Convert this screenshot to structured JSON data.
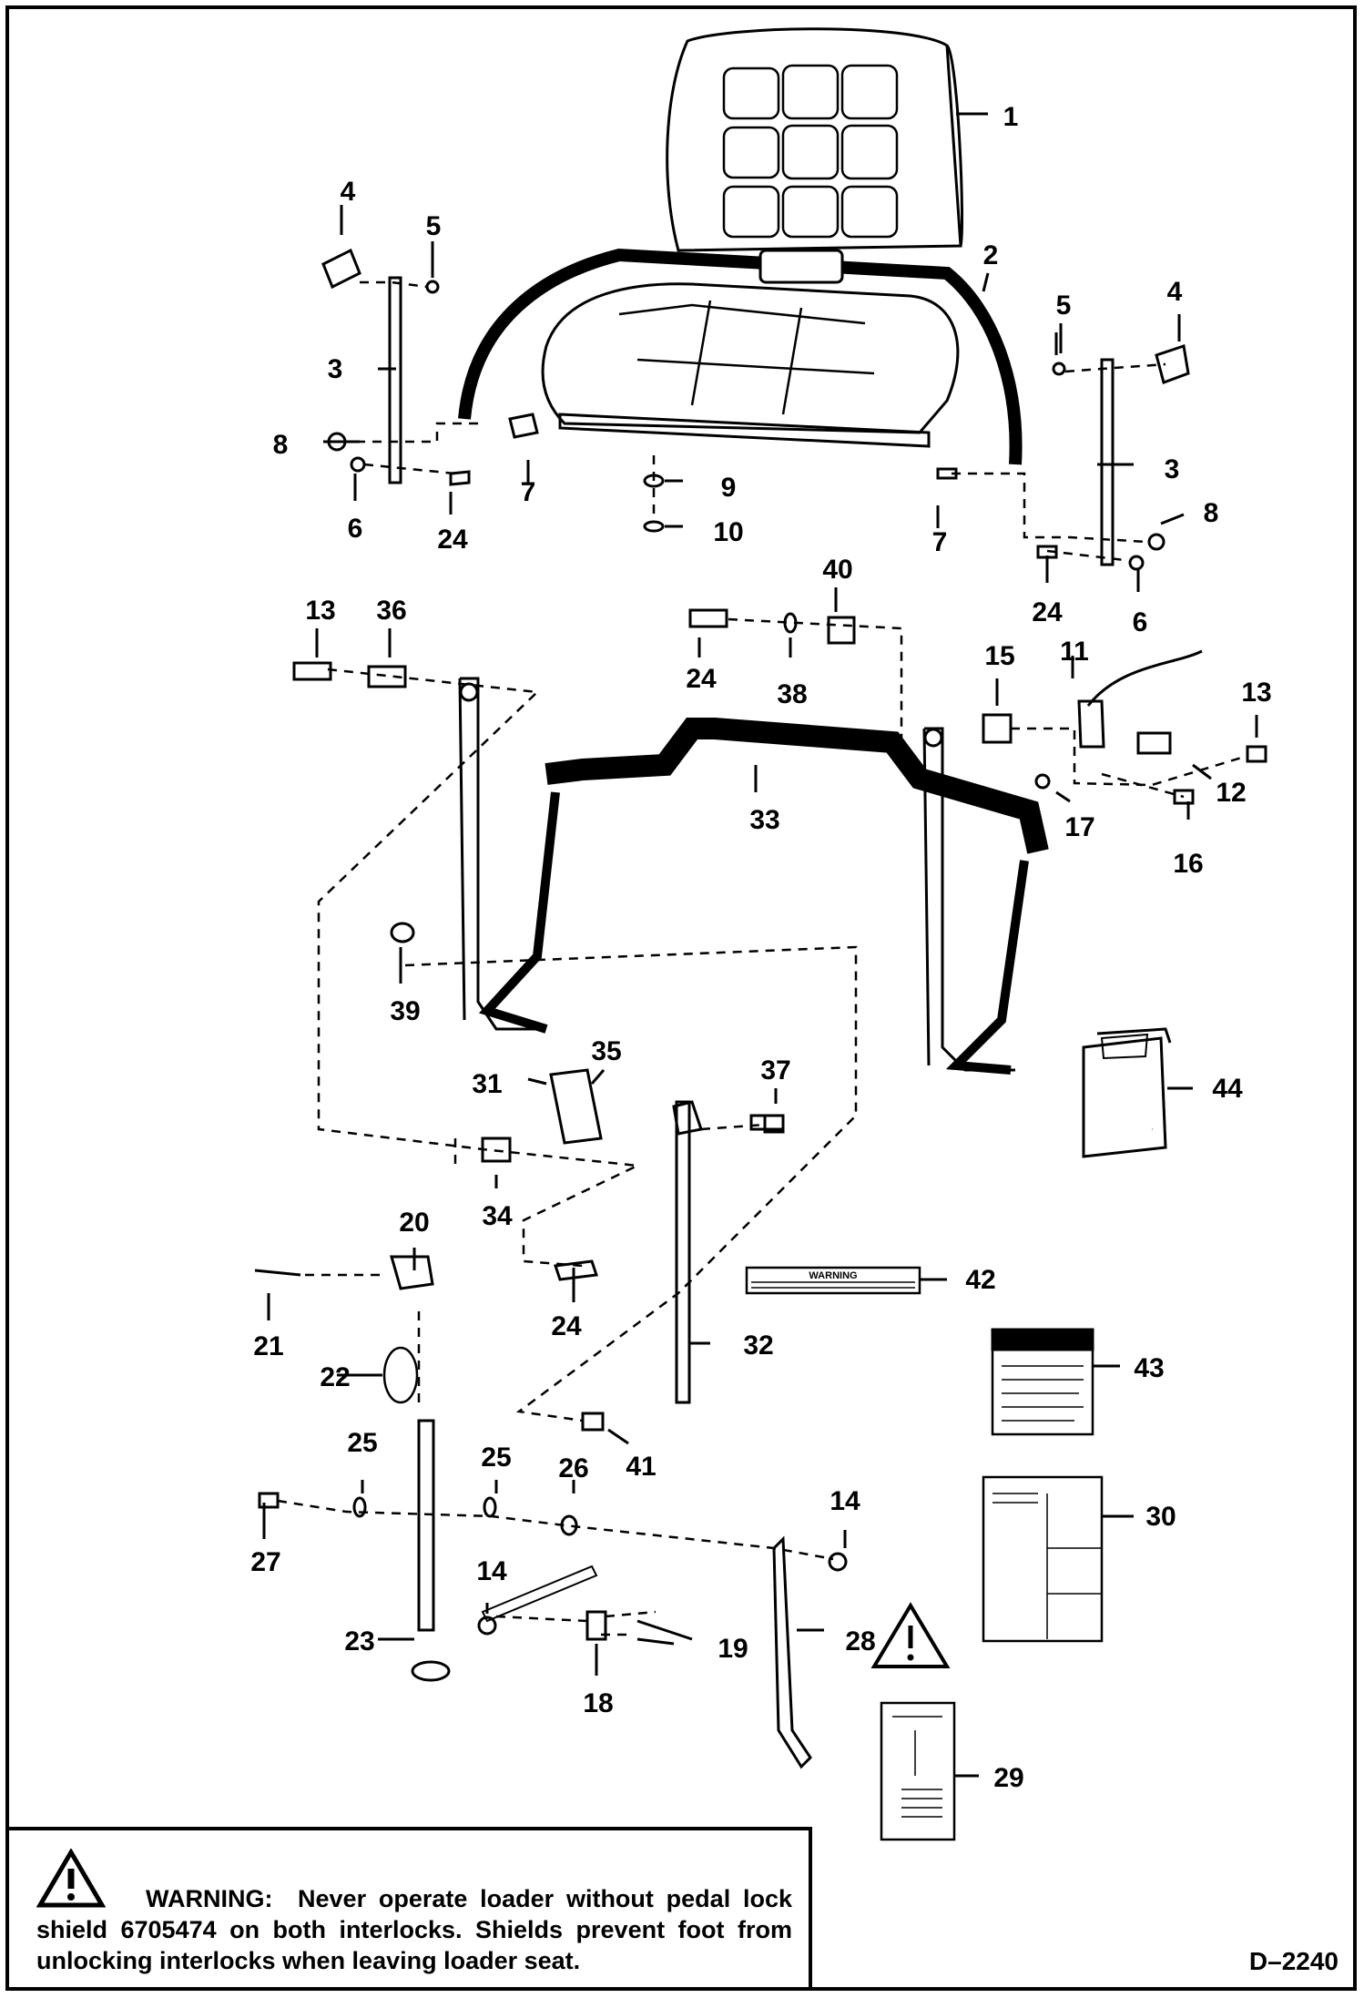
{
  "callouts": [
    "1",
    "2",
    "3",
    "4",
    "5",
    "6",
    "7",
    "8",
    "9",
    "10",
    "11",
    "12",
    "13",
    "14",
    "15",
    "16",
    "17",
    "18",
    "19",
    "20",
    "21",
    "22",
    "23",
    "24",
    "25",
    "26",
    "27",
    "28",
    "29",
    "30",
    "31",
    "32",
    "33",
    "34",
    "35",
    "36",
    "37",
    "38",
    "39",
    "40",
    "41",
    "42",
    "43",
    "44"
  ],
  "decal_42_text": "WARNING",
  "warning": {
    "label": "WARNING:",
    "text": "Never operate loader without pedal lock shield 6705474 on both interlocks. Shields prevent foot from unlocking interlocks when leaving loader seat."
  },
  "drawing_ref": "D–2240",
  "icons": [
    "warning-triangle-icon"
  ]
}
